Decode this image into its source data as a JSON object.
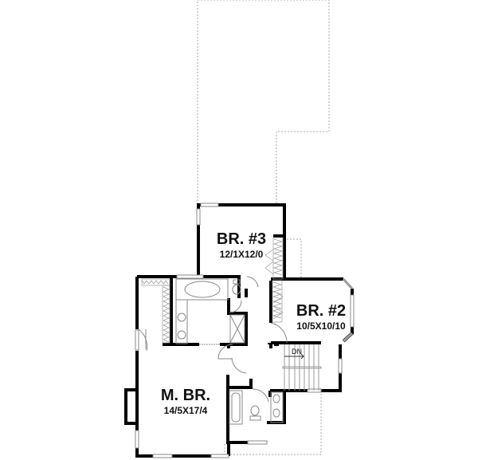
{
  "plan": {
    "type": "floor-plan",
    "level": "upper floor",
    "colors": {
      "wall": "#000000",
      "outline": "#aaaaaa",
      "fixture": "#888888",
      "background": "#ffffff"
    }
  },
  "rooms": [
    {
      "id": "br3",
      "name": "BR. #3",
      "dimensions": "12/1X12/0"
    },
    {
      "id": "br2",
      "name": "BR. #2",
      "dimensions": "10/5X10/10"
    },
    {
      "id": "mbr",
      "name": "M. BR.",
      "dimensions": "14/5X17/4"
    }
  ],
  "stairs": {
    "label": "DN"
  }
}
